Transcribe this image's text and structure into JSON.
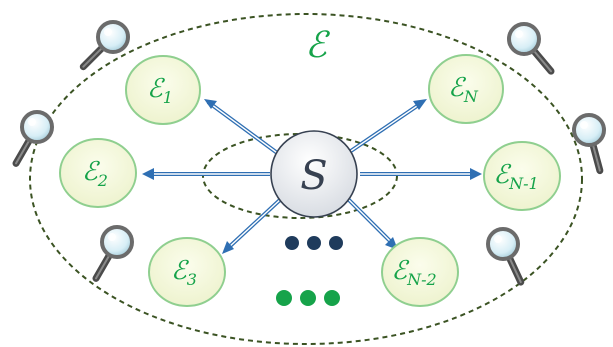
{
  "diagram": {
    "outer_label": "ℰ",
    "hub_label": "S",
    "nodes": [
      {
        "id": "e1",
        "base": "ℰ",
        "sub": "1"
      },
      {
        "id": "e2",
        "base": "ℰ",
        "sub": "2"
      },
      {
        "id": "e3",
        "base": "ℰ",
        "sub": "3"
      },
      {
        "id": "eN",
        "base": "ℰ",
        "sub": "N"
      },
      {
        "id": "eN1",
        "base": "ℰ",
        "sub": "N-1"
      },
      {
        "id": "eN2",
        "base": "ℰ",
        "sub": "N-2"
      }
    ],
    "ellipsis_colors": {
      "top_row": "#1f3b5c",
      "bottom_row": "#16a34a"
    },
    "icons": [
      "magnifier-icon"
    ],
    "colors": {
      "node_fill": "#f7f8dc",
      "node_stroke": "#8fcf8f",
      "arrow": "#2f6fb3",
      "dash_outline": "#3b5323",
      "hub_fill": "#f3f4f6",
      "hub_stroke": "#374151"
    }
  }
}
